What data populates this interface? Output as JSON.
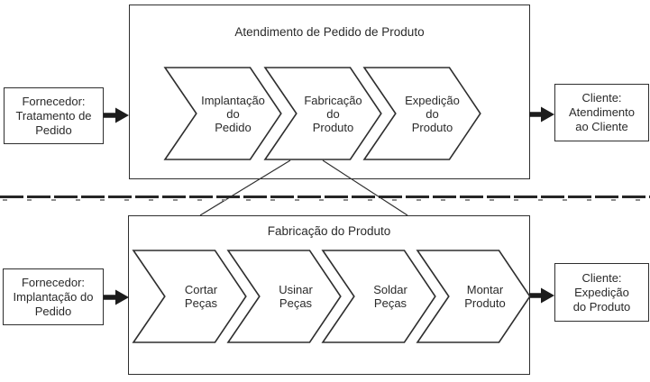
{
  "colors": {
    "line": "#2e2e2e",
    "arrow_fill": "#1c1c1c",
    "text": "#2a2a2a",
    "background": "#ffffff"
  },
  "top_diagram": {
    "title": "Atendimento de Pedido de Produto",
    "supplier_label": "Fornecedor:\nTratamento de\nPedido",
    "client_label": "Cliente:\nAtendimento\nao Cliente",
    "steps": [
      {
        "label": "Implantação\ndo\nPedido"
      },
      {
        "label": "Fabricação\ndo\nProduto"
      },
      {
        "label": "Expedição\ndo\nProduto"
      }
    ]
  },
  "bottom_diagram": {
    "title": "Fabricação do Produto",
    "supplier_label": "Fornecedor:\nImplantação do\nPedido",
    "client_label": "Cliente:\nExpedição\ndo Produto",
    "steps": [
      {
        "label": "Cortar\nPeças"
      },
      {
        "label": "Usinar\nPeças"
      },
      {
        "label": "Soldar\nPeças"
      },
      {
        "label": "Montar\nProduto"
      }
    ]
  }
}
